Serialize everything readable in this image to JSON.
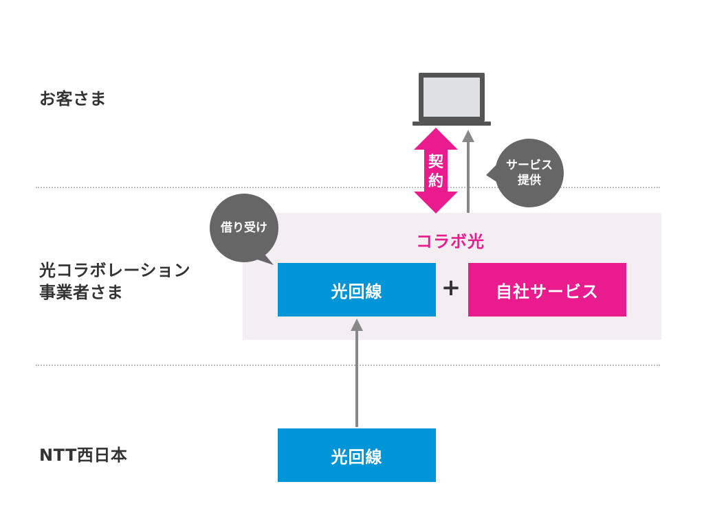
{
  "rows": {
    "customer": "お客さま",
    "operator": [
      "光コラボレーション",
      "事業者さま"
    ],
    "ntt": "NTT西日本"
  },
  "collab": {
    "title": "コラボ光",
    "line_box": "光回線",
    "service_box": "自社サービス",
    "plus": "+"
  },
  "ntt_box": "光回線",
  "contract": [
    "契",
    "約"
  ],
  "bubbles": {
    "service": [
      "サービス",
      "提供"
    ],
    "lease": "借り受け"
  },
  "colors": {
    "blue": "#0095d6",
    "pink": "#ea1b8d",
    "gray": "#666666",
    "arrow": "#888888",
    "collab_bg": "#f4edf2"
  }
}
